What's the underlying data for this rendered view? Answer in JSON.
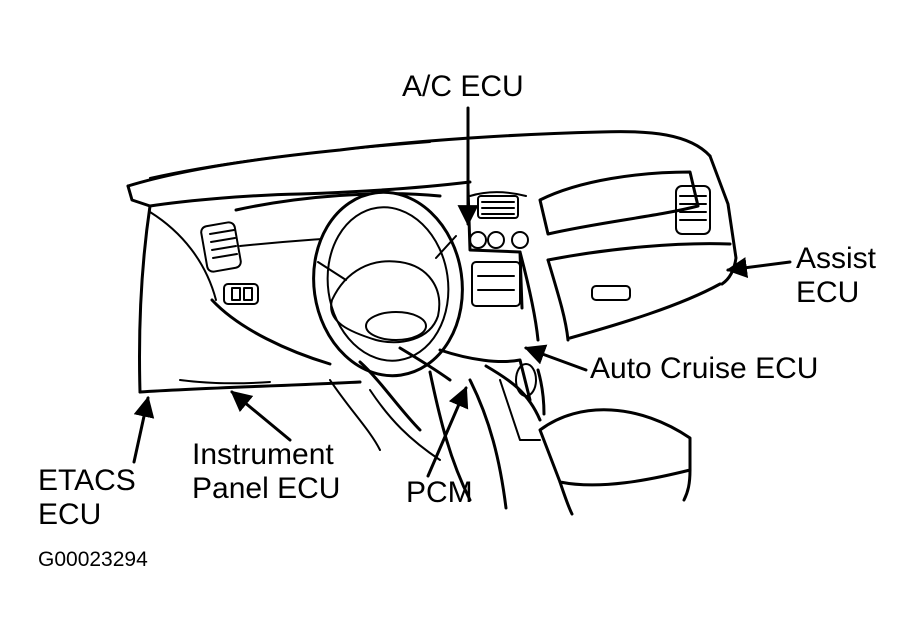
{
  "labels": {
    "ac_ecu": "A/C ECU",
    "assist_ecu": [
      "Assist",
      "ECU"
    ],
    "auto_cruise_ecu": "Auto Cruise ECU",
    "etacs_ecu": [
      "ETACS",
      "ECU"
    ],
    "instrument_panel_ecu": [
      "Instrument",
      "Panel ECU"
    ],
    "pcm": "PCM"
  },
  "figure_code": "G00023294",
  "colors": {
    "ink": "#000000",
    "paper": "#ffffff"
  }
}
